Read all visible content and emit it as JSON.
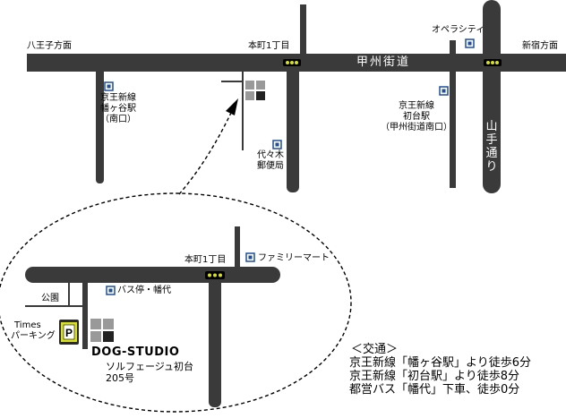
{
  "colors": {
    "road": "#3a3a3a",
    "station_icon": "#1f4e9a",
    "signal_light": "#d8e020",
    "background": "#ffffff"
  },
  "upper_map": {
    "main_road_label": "甲州街道",
    "direction_west": "八王子方面",
    "direction_east": "新宿方面",
    "intersection": "本町1丁目",
    "yamate_label": [
      "山",
      "手",
      "通",
      "り"
    ],
    "opera_city": "オペラシティ",
    "hatagaya_station": [
      "京王新線",
      "幡ヶ谷駅",
      "（南口）"
    ],
    "hatsudai_station": [
      "京王新線",
      "初台駅",
      "（甲州街道南口）"
    ],
    "post_office": [
      "代々木",
      "郵便局"
    ]
  },
  "detail_map": {
    "intersection": "本町1丁目",
    "family_mart": "ファミリーマート",
    "bus_stop": "バス停・幡代",
    "park": "公園",
    "parking": [
      "Times",
      "パーキング"
    ],
    "parking_sign": "P",
    "studio_name": "DOG-STUDIO",
    "studio_address": [
      "ソルフェージュ初台",
      "205号"
    ]
  },
  "access": {
    "heading": "＜交通＞",
    "lines": [
      "京王新線「幡ヶ谷駅」より徒歩6分",
      "京王新線「初台駅」より徒歩8分",
      "都営バス「幡代」下車、徒歩0分"
    ]
  }
}
